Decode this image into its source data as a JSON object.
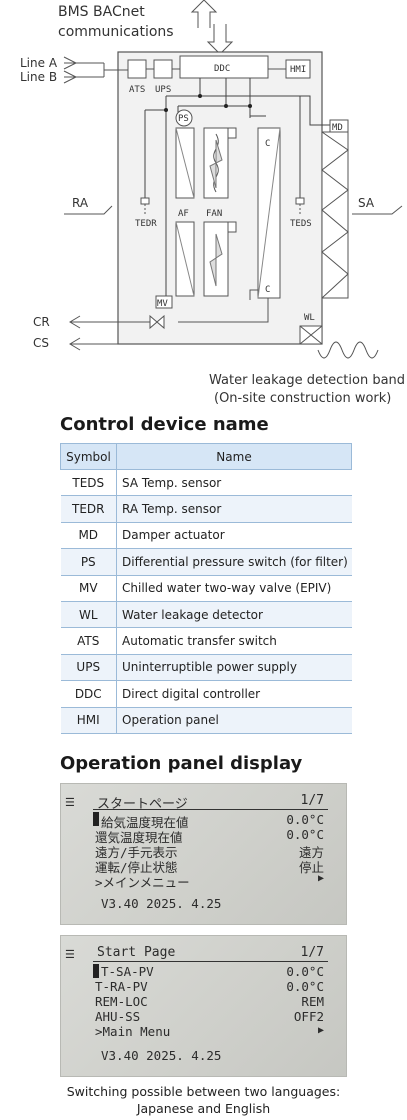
{
  "diagram": {
    "bms_line1": "BMS BACnet",
    "bms_line2": "communications",
    "line_a": "Line A",
    "line_b": "Line B",
    "ra": "RA",
    "sa": "SA",
    "cr": "CR",
    "cs": "CS",
    "ats": "ATS",
    "ups": "UPS",
    "ddc": "DDC",
    "hmi": "HMI",
    "md": "MD",
    "ps": "PS",
    "c_top": "C",
    "c_bottom": "C",
    "af": "AF",
    "fan": "FAN",
    "tedr": "TEDR",
    "teds": "TEDS",
    "mv": "MV",
    "wl": "WL",
    "leak_line1": "Water leakage detection band",
    "leak_line2": "(On-site construction work)"
  },
  "control_section": {
    "title": "Control device name",
    "headers": [
      "Symbol",
      "Name"
    ],
    "rows": [
      {
        "symbol": "TEDS",
        "name": "SA Temp. sensor"
      },
      {
        "symbol": "TEDR",
        "name": "RA Temp. sensor"
      },
      {
        "symbol": "MD",
        "name": "Damper actuator"
      },
      {
        "symbol": "PS",
        "name": "Differential pressure switch (for filter)"
      },
      {
        "symbol": "MV",
        "name": "Chilled water two-way valve (EPIV)"
      },
      {
        "symbol": "WL",
        "name": "Water leakage detector"
      },
      {
        "symbol": "ATS",
        "name": "Automatic transfer switch"
      },
      {
        "symbol": "UPS",
        "name": "Uninterruptible power supply"
      },
      {
        "symbol": "DDC",
        "name": "Direct digital controller"
      },
      {
        "symbol": "HMI",
        "name": "Operation panel"
      }
    ]
  },
  "panel_section": {
    "title": "Operation panel display",
    "jp_screen": {
      "menu_icon": "list-icon",
      "title": "スタートページ",
      "page": "1/7",
      "rows": [
        {
          "label": "給気温度現在値",
          "value": "0.0°C"
        },
        {
          "label": "還気温度現在値",
          "value": "0.0°C"
        },
        {
          "label": "遠方/手元表示",
          "value": "遠方"
        },
        {
          "label": "運転/停止状態",
          "value": "停止"
        },
        {
          "label": ">メインメニュー",
          "value": ""
        }
      ],
      "version": "V3.40 2025. 4.25"
    },
    "en_screen": {
      "menu_icon": "list-icon",
      "title": "Start Page",
      "page": "1/7",
      "rows": [
        {
          "label": "T-SA-PV",
          "value": "0.0°C"
        },
        {
          "label": "T-RA-PV",
          "value": "0.0°C"
        },
        {
          "label": "REM-LOC",
          "value": "REM"
        },
        {
          "label": "AHU-SS",
          "value": "OFF2"
        },
        {
          "label": ">Main Menu",
          "value": ""
        }
      ],
      "version": "V3.40 2025. 4.25"
    }
  },
  "footer": {
    "line1": "Switching possible between two languages:",
    "line2": "Japanese and English"
  }
}
